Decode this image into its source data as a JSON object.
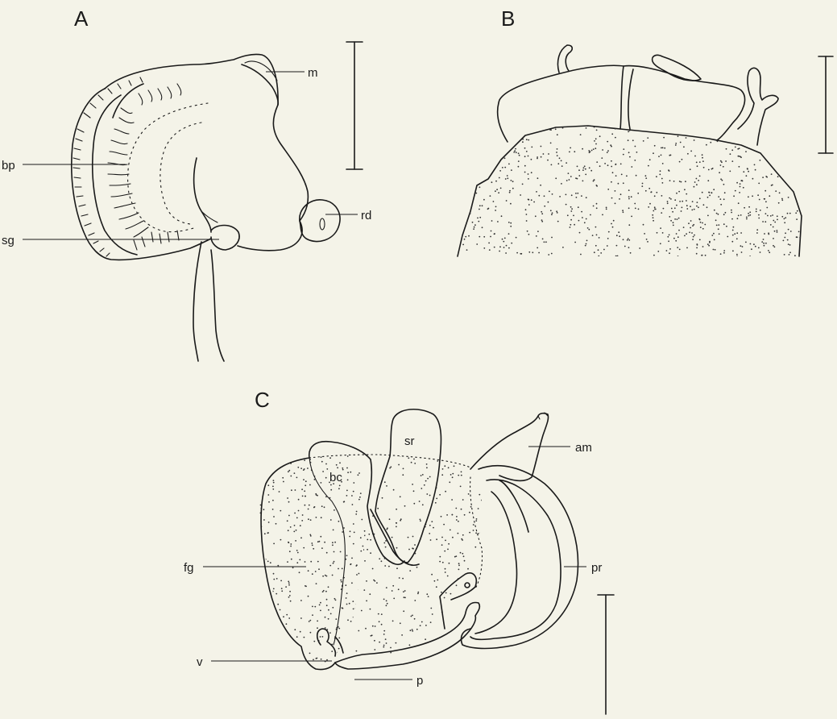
{
  "panels": {
    "a": {
      "letter": "A",
      "labels": {
        "m": "m",
        "bp": "bp",
        "rd": "rd",
        "sg": "sg"
      }
    },
    "b": {
      "letter": "B"
    },
    "c": {
      "letter": "C",
      "labels": {
        "sr": "sr",
        "am": "am",
        "bc": "bc",
        "fg": "fg",
        "pr": "pr",
        "v": "v",
        "p": "p"
      }
    }
  },
  "colors": {
    "background": "#f4f3e8",
    "ink": "#1a1a1a"
  }
}
